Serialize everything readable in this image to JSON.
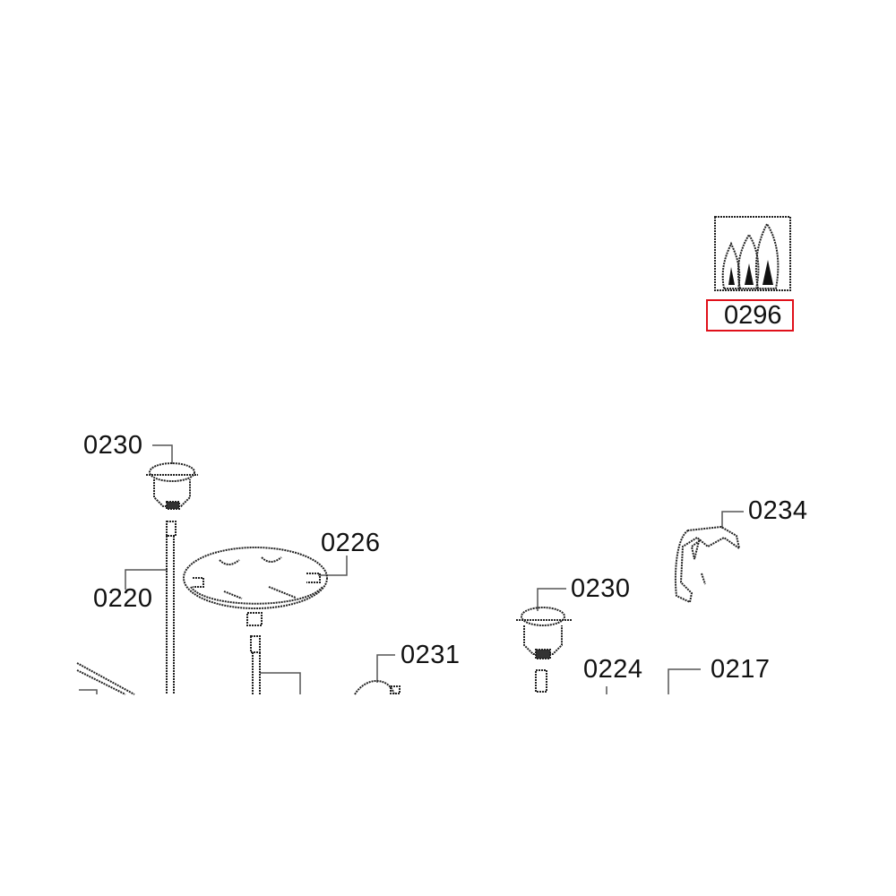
{
  "legend": {
    "icon": "gas-flame-icon",
    "code": "0296",
    "highlight_color": "#e0101a"
  },
  "callouts": {
    "burner_cap_left": "0230",
    "pipe_left": "0220",
    "burner_plate": "0226",
    "burner_cap_mid": "0230",
    "small_burner": "0231",
    "part_0224": "0224",
    "part_0217": "0217",
    "bracket": "0234"
  }
}
